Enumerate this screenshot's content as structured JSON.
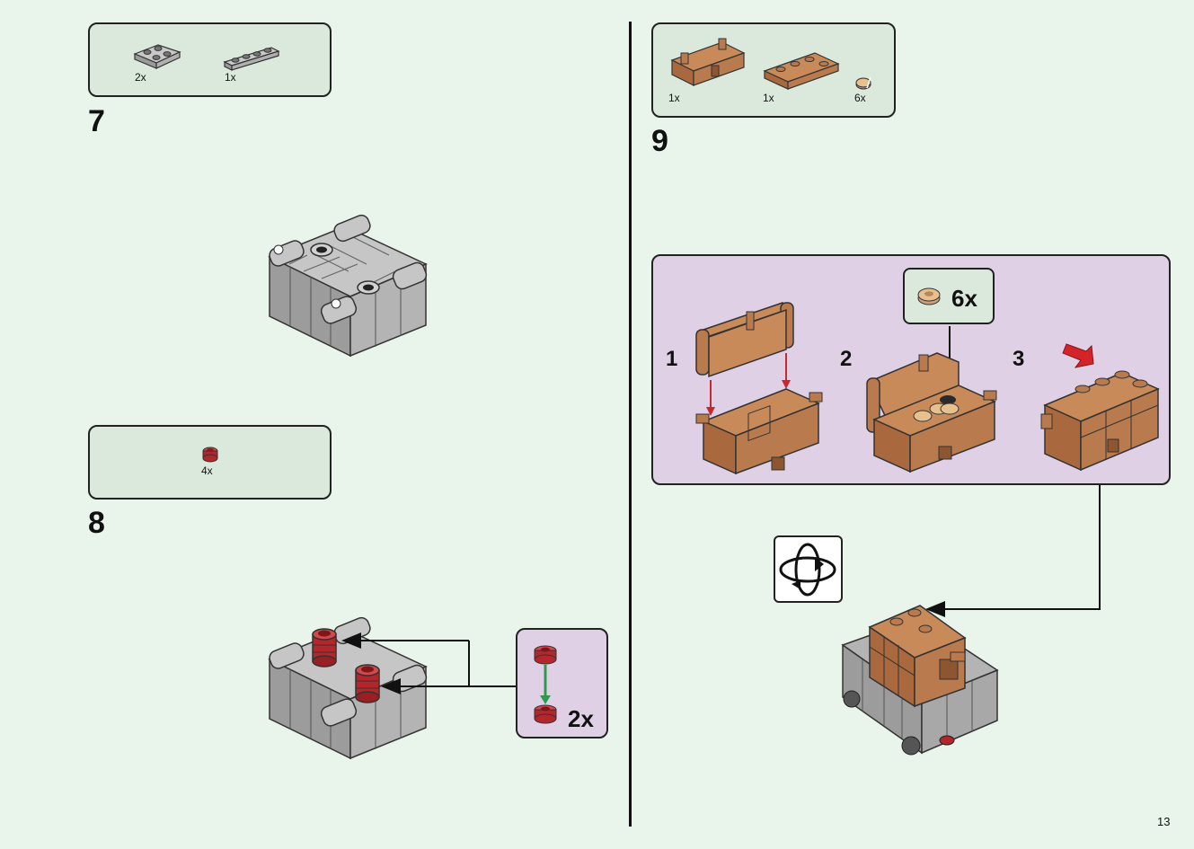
{
  "step7": {
    "number": "7",
    "parts": [
      {
        "qty": "2x",
        "name": "gray-plate-2x2-icon"
      },
      {
        "qty": "1x",
        "name": "gray-plate-1x4-icon"
      }
    ]
  },
  "step8": {
    "number": "8",
    "parts": [
      {
        "qty": "4x",
        "name": "red-round-brick-icon"
      }
    ],
    "callout_qty": "2x"
  },
  "step9": {
    "number": "9",
    "parts": [
      {
        "qty": "1x",
        "name": "brown-chest-base-icon"
      },
      {
        "qty": "1x",
        "name": "brown-chest-lid-icon"
      },
      {
        "qty": "6x",
        "name": "gold-round-tile-icon"
      }
    ],
    "substeps": [
      "1",
      "2",
      "3"
    ],
    "substep_callout_qty": "6x"
  },
  "page_number": "13",
  "colors": {
    "background": "#e9f4ea",
    "parts_box": "#dbe9dc",
    "callout_purple": "#e0d0e6",
    "brick_gray": "#b9b9b9",
    "brick_red": "#b3262b",
    "chest_brown": "#b97a4e",
    "arrow_green": "#2f9a4f"
  }
}
